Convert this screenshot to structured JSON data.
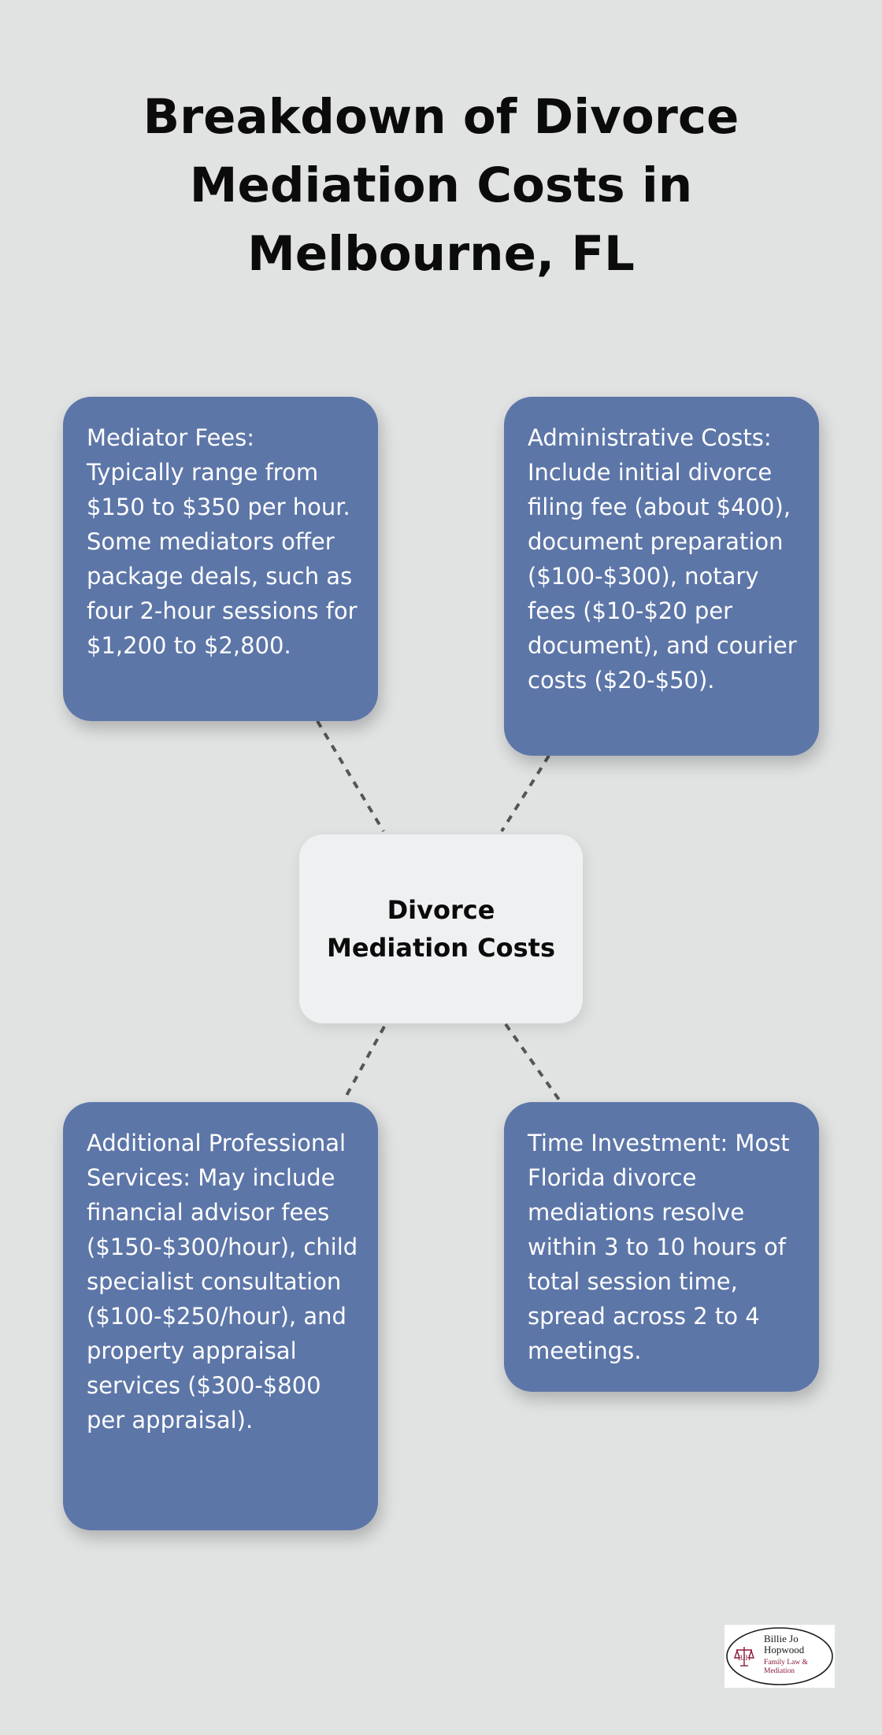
{
  "title": "Breakdown of Divorce Mediation Costs in Melbourne, FL",
  "center": {
    "label": "Divorce Mediation Costs"
  },
  "cards": [
    {
      "id": "mediator-fees",
      "text": "Mediator Fees: Typically range from $150 to $350 per hour. Some mediators offer package deals, such as four 2-hour sessions for $1,200 to $2,800."
    },
    {
      "id": "administrative-costs",
      "text": "Administrative Costs: Include initial divorce filing fee (about $400), document preparation ($100-$300), notary fees ($10-$20 per document), and courier costs ($20-$50)."
    },
    {
      "id": "additional-professional-services",
      "text": "Additional Professional Services: May include financial advisor fees ($150-$300/hour), child specialist consultation ($100-$250/hour), and property appraisal services ($300-$800 per appraisal)."
    },
    {
      "id": "time-investment",
      "text": "Time Investment: Most Florida divorce mediations resolve within 3 to 10 hours of total session time, spread across 2 to 4 meetings."
    }
  ],
  "logo": {
    "line1": "Billie Jo",
    "line2": "Hopwood",
    "line3": "Family Law &",
    "line4": "Mediation",
    "monogram": "BJH"
  },
  "colors": {
    "background": "#e1e3e3",
    "card": "#5d76a8",
    "center_node": "#eff0f2",
    "connector": "#555555",
    "logo_accent": "#8b1a3a"
  }
}
